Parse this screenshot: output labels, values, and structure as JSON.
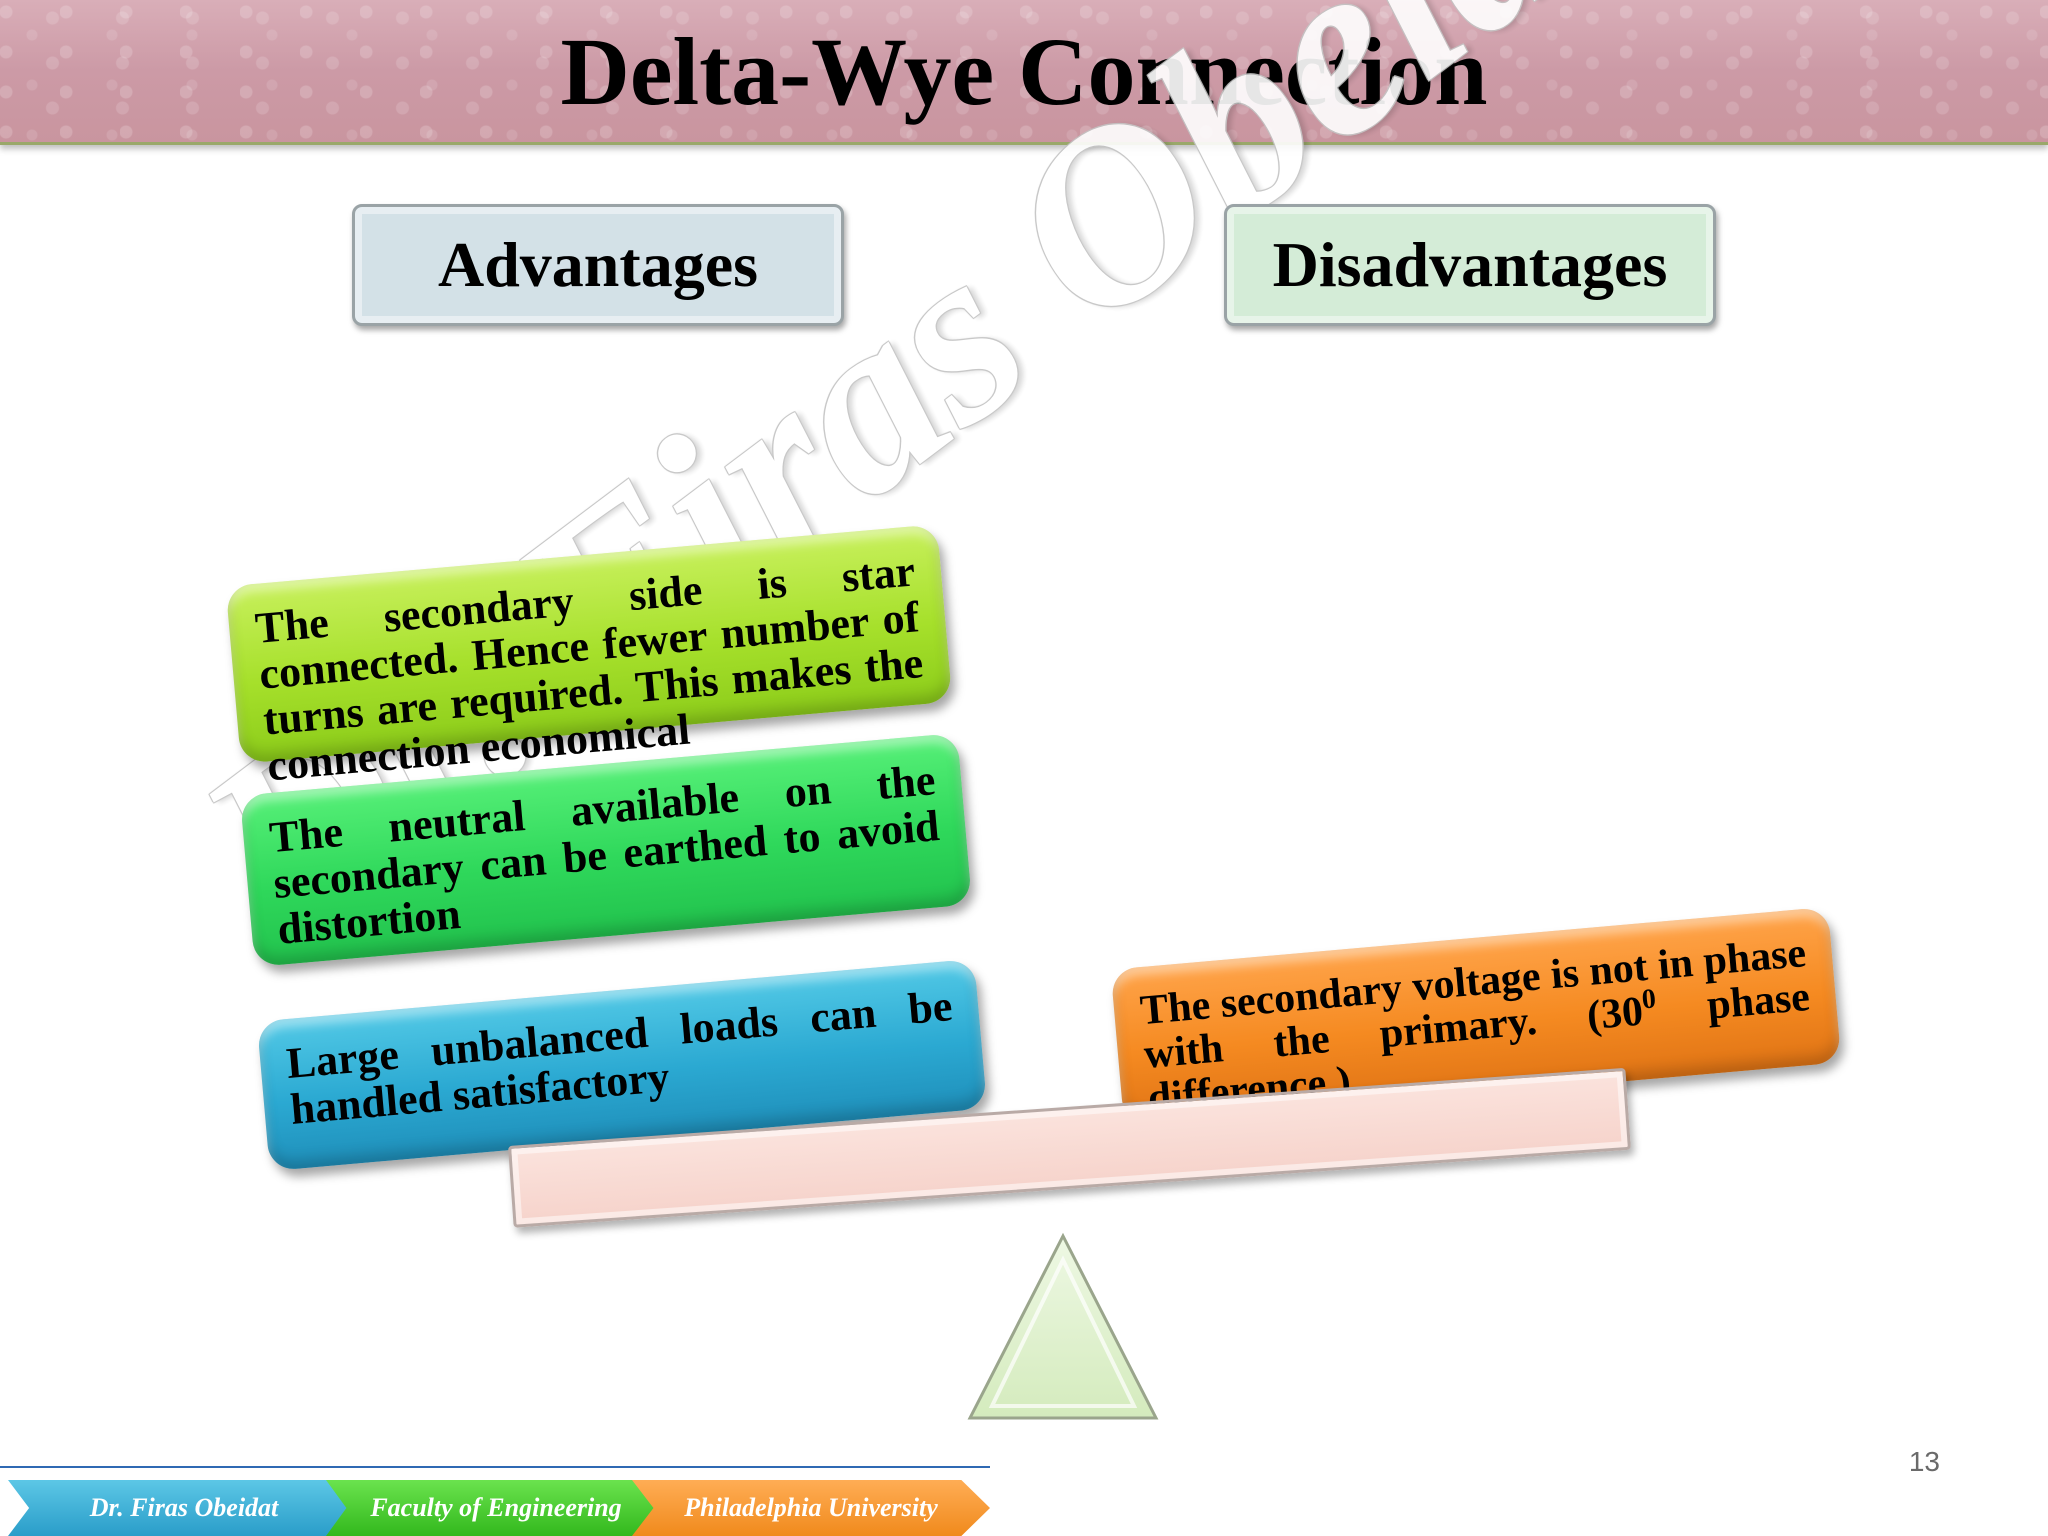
{
  "slide": {
    "title": "Delta-Wye Connection",
    "watermark": "Dr. Firas Obeidat",
    "page_number": "13"
  },
  "headers": {
    "advantages": "Advantages",
    "disadvantages": "Disadvantages"
  },
  "advantages": [
    "The secondary side is star connected. Hence fewer number of turns are required. This makes the connection economical",
    "The neutral available on the secondary can be earthed to avoid distortion",
    "Large unbalanced loads can be handled satisfactory"
  ],
  "disadvantages": [
    {
      "text_before": "The secondary voltage is not in phase with the primary.  (30",
      "superscript": "0",
      "text_after": " phase difference )"
    }
  ],
  "footer": {
    "tabs": [
      "Dr. Firas Obeidat",
      "Faculty of Engineering",
      "Philadelphia University"
    ]
  },
  "colors": {
    "title_bar": "#cc9aa6",
    "advantage_1": "#a6e02b",
    "advantage_2": "#2fd85b",
    "advantage_3": "#2ba9d2",
    "disadvantage_1": "#f58a21",
    "beam": "#f6d3cb",
    "fulcrum": "#dcefc6"
  }
}
